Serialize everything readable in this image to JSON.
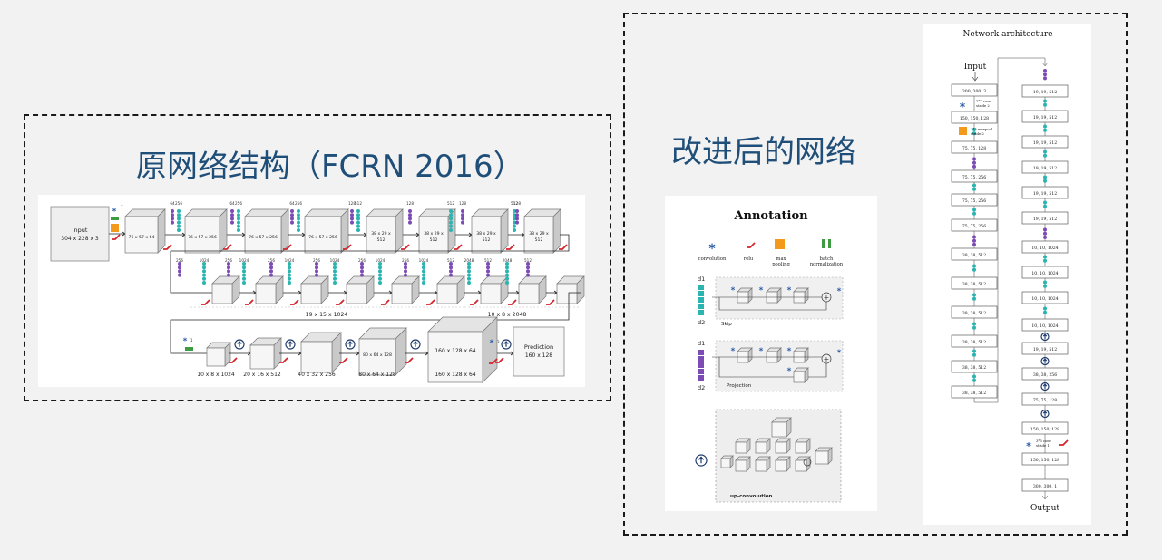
{
  "left": {
    "title": "原网络结构（FCRN 2016）",
    "input": {
      "name": "Input",
      "dims": "304 x 228 x 3"
    },
    "row1_labels": [
      "76 x 57 x 64",
      "76 x 57 x 256",
      "76 x 57 x 256",
      "76 x 57 x 256",
      "38 x 29 x 512",
      "38 x 29 x 512",
      "38 x 29 x 512",
      "38 x 29 x 512"
    ],
    "row1_channels": [
      "64",
      "256",
      "64",
      "256",
      "64",
      "256",
      "128",
      "512",
      "128",
      "512",
      "128",
      "512",
      "128"
    ],
    "row2_channels": [
      "256",
      "1024",
      "256",
      "1024",
      "256",
      "1024",
      "256",
      "1024",
      "256",
      "1024",
      "256",
      "1024",
      "512",
      "2048",
      "512",
      "2048",
      "512"
    ],
    "row2_group_labels": [
      "19 x 15 x 1024",
      "10 x 8 x 2048"
    ],
    "row3_labels": [
      "10 x 8 x 1024",
      "20 x 16 x 512",
      "40 x 32 x 256",
      "80 x 64 x 128",
      "160 x 128 x 64"
    ],
    "prediction": {
      "name": "Prediction",
      "dims": "160 x 128"
    }
  },
  "right": {
    "title": "改进后的网络",
    "annotation": {
      "heading": "Annotation",
      "legend": [
        "convolution",
        "relu",
        "max\npooling",
        "batch\nnormalization"
      ],
      "skip_label": "Skip",
      "projection_label": "Projection",
      "upconv_label": "up-convolution",
      "d1": "d1",
      "d2": "d2"
    },
    "network": {
      "heading": "Network architecture",
      "input_label": "Input",
      "output_label": "Output",
      "conv7_note": "7*7 conv\nstride 2",
      "maxpool_note": "2*2 maxpool\nstride 2",
      "conv3_note": "3*3 conv\nstride 1",
      "col1": [
        "300, 300, 3",
        "150, 150, 128",
        "75, 75, 128",
        "75, 75, 256",
        "75, 75, 256",
        "75, 75, 256",
        "38, 38, 512",
        "38, 38, 512",
        "38, 38, 512",
        "38, 38, 512",
        "38, 38, 512",
        "38, 38, 512"
      ],
      "col2": [
        "19, 19, 512",
        "19, 19, 512",
        "19, 19, 512",
        "19, 19, 512",
        "19, 19, 512",
        "19, 19, 512",
        "10, 10, 1024",
        "10, 10, 1024",
        "10, 10, 1024",
        "10, 10, 1024",
        "19, 19, 512",
        "38, 38, 256",
        "75, 75, 128",
        "150, 150, 128",
        "150, 150, 128",
        "300, 300, 1"
      ]
    }
  },
  "colors": {
    "title": "#1f4e79",
    "teal": "#2bb5b0",
    "purple": "#7c4bb5",
    "relu": "#d4242b",
    "conv": "#2a5aa8",
    "pool": "#f39a1d",
    "bn": "#3f9b3f"
  }
}
